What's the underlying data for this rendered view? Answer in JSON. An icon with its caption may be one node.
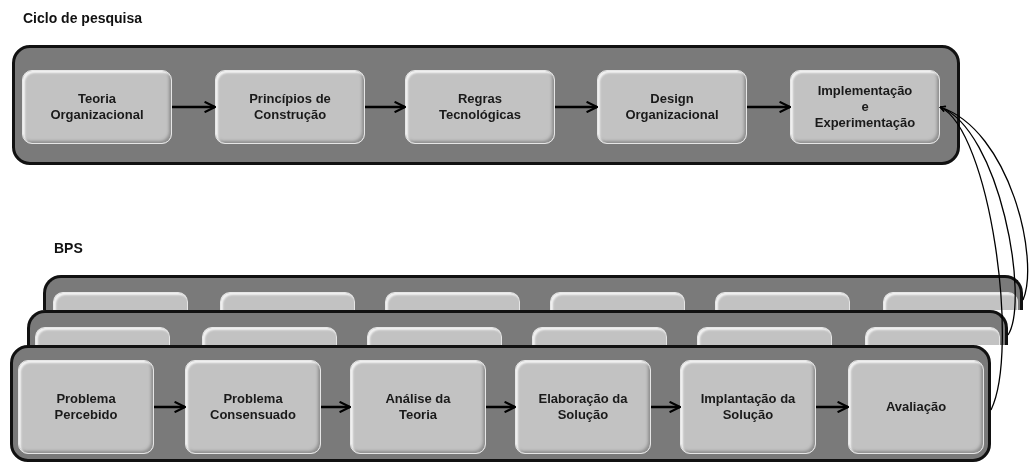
{
  "diagram": {
    "nodes": [
      {
        "text": [
          "Ciclo de pesquisa"
        ]
      },
      {
        "text": [
          "Teoria Organizacional"
        ],
        "in": 0
      },
      {
        "text": [
          "Princípios de Construção"
        ],
        "in": 0
      },
      {
        "text": [
          "Regras Tecnológicas"
        ],
        "in": 0
      },
      {
        "text": [
          "Design Organizacional"
        ],
        "in": 0
      },
      {
        "text": [
          "Implementação e Experimentação"
        ],
        "in": 0
      },
      {
        "text": [
          "BPS"
        ]
      },
      {
        "text": [],
        "shape": "box",
        "in": 6
      },
      {
        "text": [],
        "shape": "box",
        "in": 6
      },
      {
        "text": [],
        "shape": "box",
        "in": 6
      },
      {
        "text": [],
        "shape": "box",
        "in": 6
      },
      {
        "text": [],
        "shape": "box",
        "in": 6
      },
      {
        "text": [],
        "shape": "box",
        "in": 6
      },
      {
        "text": [],
        "shape": "box"
      },
      {
        "text": [],
        "shape": "box",
        "in": 13
      },
      {
        "text": [],
        "shape": "box",
        "in": 13
      },
      {
        "text": [],
        "shape": "box",
        "in": 13
      },
      {
        "text": [],
        "shape": "box",
        "in": 13
      },
      {
        "text": [],
        "shape": "box",
        "in": 13
      },
      {
        "text": [],
        "shape": "box",
        "in": 13
      },
      {
        "text": [],
        "shape": "box"
      },
      {
        "text": [
          "Problema Percebido"
        ],
        "in": 20
      },
      {
        "text": [
          "Problema Consensuado"
        ],
        "in": 20
      },
      {
        "text": [
          "Análise da Teoria"
        ],
        "in": 20
      },
      {
        "text": [
          "Elaboração da Solução"
        ],
        "in": 20
      },
      {
        "text": [
          "Implantação da Solução"
        ],
        "in": 20
      },
      {
        "text": [
          "Avaliação"
        ],
        "in": 20
      }
    ],
    "edges": [
      {
        "from": 1,
        "to": 2,
        "arrow": "to"
      },
      {
        "from": 2,
        "to": 3,
        "arrow": "to"
      },
      {
        "from": 3,
        "to": 4,
        "arrow": "to"
      },
      {
        "from": 4,
        "to": 5,
        "arrow": "to"
      },
      {
        "from": 21,
        "to": 22,
        "arrow": "to"
      },
      {
        "from": 22,
        "to": 23,
        "arrow": "to"
      },
      {
        "from": 23,
        "to": 24,
        "arrow": "to"
      },
      {
        "from": 24,
        "to": 25,
        "arrow": "to"
      },
      {
        "from": 25,
        "to": 26,
        "arrow": "to"
      },
      {
        "from": 6,
        "to": 5,
        "arrow": "to"
      },
      {
        "from": 13,
        "to": 5,
        "arrow": "to"
      },
      {
        "from": 20,
        "to": 5,
        "arrow": "to"
      }
    ]
  }
}
